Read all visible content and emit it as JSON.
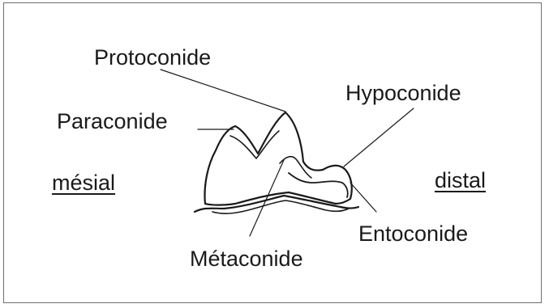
{
  "labels": {
    "protoconide": "Protoconide",
    "paraconide": "Paraconide",
    "hypoconide": "Hypoconide",
    "entoconide": "Entoconide",
    "metaconide": "Métaconide",
    "mesial": "mésial",
    "distal": "distal"
  },
  "colors": {
    "ink": "#1a1a1a",
    "frame": "#6e6e6e",
    "background": "#ffffff"
  }
}
